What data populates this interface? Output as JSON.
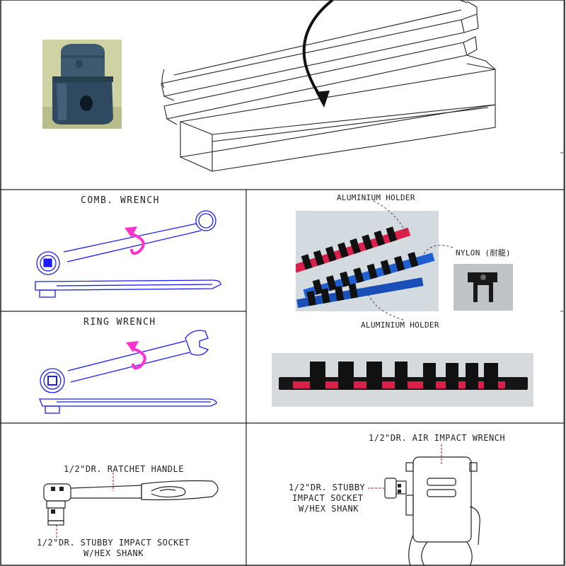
{
  "comb_wrench": {
    "title": "COMB. WRENCH"
  },
  "ring_wrench": {
    "title": "RING WRENCH"
  },
  "holders": {
    "top_label": "ALUMINIUM HOLDER",
    "bottom_label": "ALUMINIUM HOLDER",
    "nylon_label": "NYLON (耐龍)"
  },
  "ratchet_assembly": {
    "handle_label": "1/2\"DR. RATCHET HANDLE",
    "socket_label_line1": "1/2\"DR. STUBBY IMPACT SOCKET",
    "socket_label_line2": "W/HEX SHANK"
  },
  "air_impact_assembly": {
    "wrench_label": "1/2\"DR. AIR IMPACT WRENCH",
    "socket_label_line1": "1/2\"DR. STUBBY",
    "socket_label_line2": "IMPACT SOCKET",
    "socket_label_line3": "W/HEX SHANK"
  },
  "colors": {
    "line": "#222222",
    "blue_line": "#1a1aff",
    "magenta_arrow": "#ff33cc",
    "red_leader": "#cc0000",
    "socket_blue": "#2d4a5e",
    "rail_red": "#d8204a",
    "rail_blue": "#1f5fd0"
  }
}
